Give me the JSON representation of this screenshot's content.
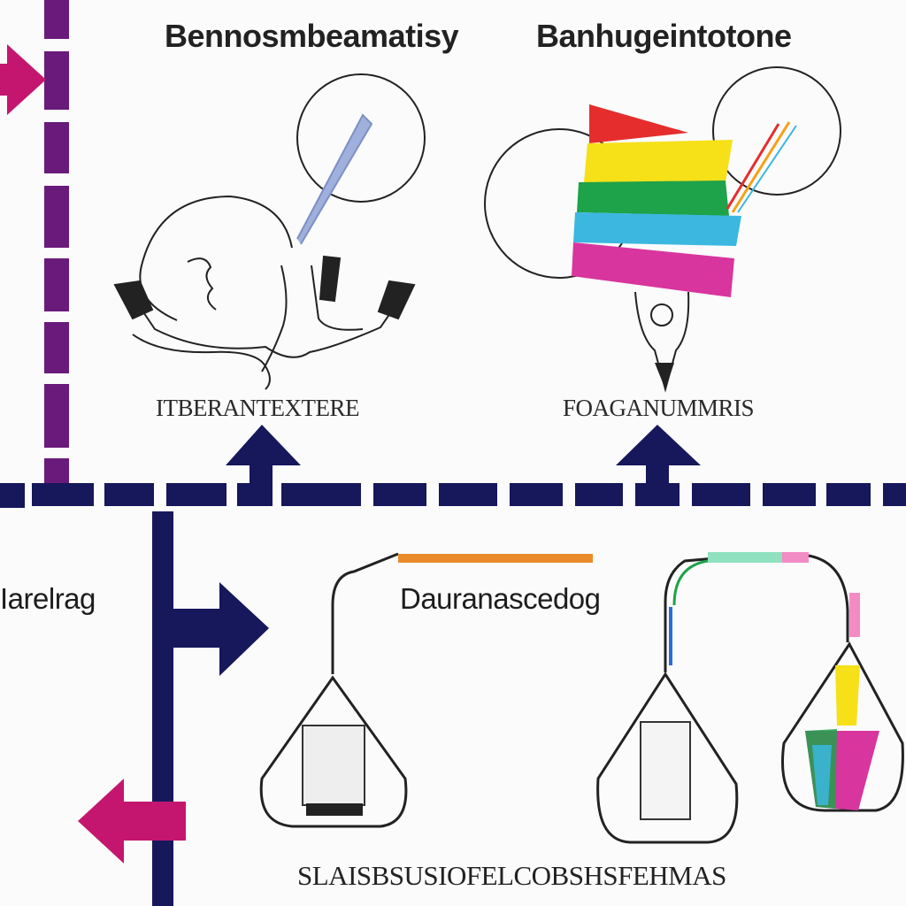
{
  "labels": {
    "title_left": "Bennosmbeamatisy",
    "title_right": "Banhugeintotone",
    "mid_left": "ITBERANTEXTERE",
    "mid_right": "FOAGANUMMRIS",
    "side_left": "Iarelrag",
    "center_right": "Dauranascedog",
    "bottom": "SLAISBSUSIOFELCOBSHSFEHMAS"
  },
  "colors": {
    "navy": "#17175c",
    "purple": "#6a1a7a",
    "magenta": "#c4166f",
    "rainbow": [
      "#e52d2d",
      "#f6e018",
      "#1ea24a",
      "#3bb7e0",
      "#d8359e"
    ]
  },
  "icons": {
    "stethoscope": "stethoscope-icon",
    "rainbow_book": "rainbow-book-icon",
    "flask_left": "flask-icon",
    "flask_mid": "flask-icon",
    "flask_right": "flask-icon"
  }
}
